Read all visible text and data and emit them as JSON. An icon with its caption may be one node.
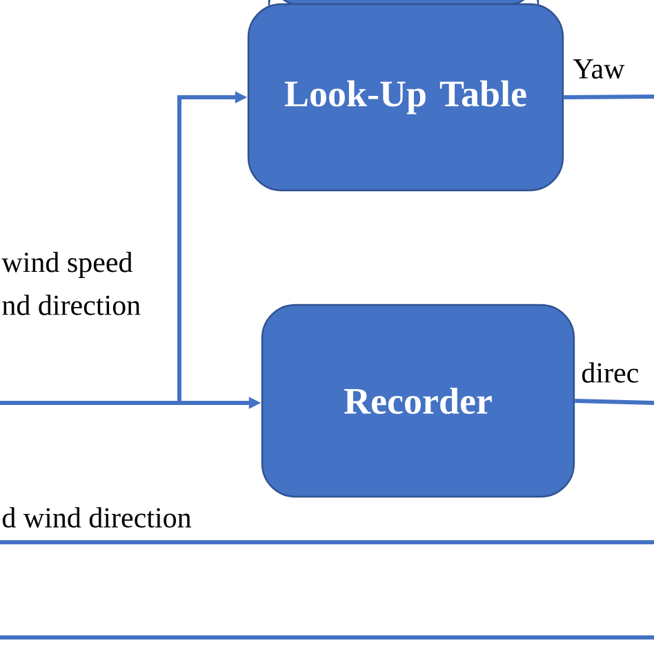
{
  "diagram": {
    "nodes": [
      {
        "text": [],
        "shape": "box"
      },
      {
        "text": [
          "Look-Up Table"
        ]
      },
      {
        "text": [
          "Recorder"
        ]
      }
    ],
    "edges": [
      {
        "from": null,
        "to": 2,
        "arrow": "to"
      },
      {
        "from": null,
        "to": 1,
        "arrow": "to"
      },
      {
        "from": 1,
        "to": null,
        "arrow": "none",
        "label": "Yaw"
      },
      {
        "from": 2,
        "to": null,
        "arrow": "none",
        "label": "direc"
      }
    ],
    "labels": [
      "wind speed",
      "nd direction",
      "d wind direction"
    ]
  }
}
